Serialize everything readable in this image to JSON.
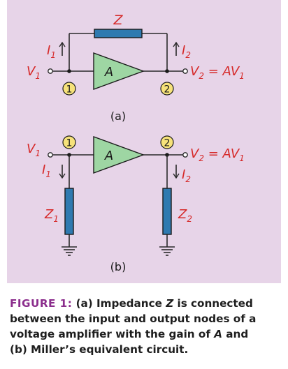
{
  "diagram": {
    "a": {
      "z": "Z",
      "i1": "I",
      "i1_sub": "1",
      "i2": "I",
      "i2_sub": "2",
      "v1": "V",
      "v1_sub": "1",
      "v2": "V",
      "v2_sub": "2",
      "v2_eq": " = AV",
      "v2_eq_sub": "1",
      "amp": "A",
      "node1": "1",
      "node2": "2",
      "label": "(a)"
    },
    "b": {
      "v1": "V",
      "v1_sub": "1",
      "v2": "V",
      "v2_sub": "2",
      "v2_eq": " = AV",
      "v2_eq_sub": "1",
      "amp": "A",
      "node1": "1",
      "node2": "2",
      "i1": "I",
      "i1_sub": "1",
      "i2": "I",
      "i2_sub": "2",
      "z1": "Z",
      "z1_sub": "1",
      "z2": "Z",
      "z2_sub": "2",
      "label": "(b)"
    }
  },
  "colors": {
    "panel_bg": "#e7d4e8",
    "resistor_fill": "#2f7ab0",
    "amp_fill": "#9ed6a3",
    "node_fill": "#f6e27a",
    "label_red": "#d62a2a",
    "figure_label": "#8b2d8c"
  },
  "caption": {
    "figure_label": "FIGURE 1:",
    "part1": " (a) Impedance ",
    "z": "Z",
    "part2": " is connected\nbetween the input and output nodes of a\nvoltage amplifier with the gain of ",
    "a": "A",
    "part3": " and\n(b) Miller’s equivalent circuit."
  }
}
